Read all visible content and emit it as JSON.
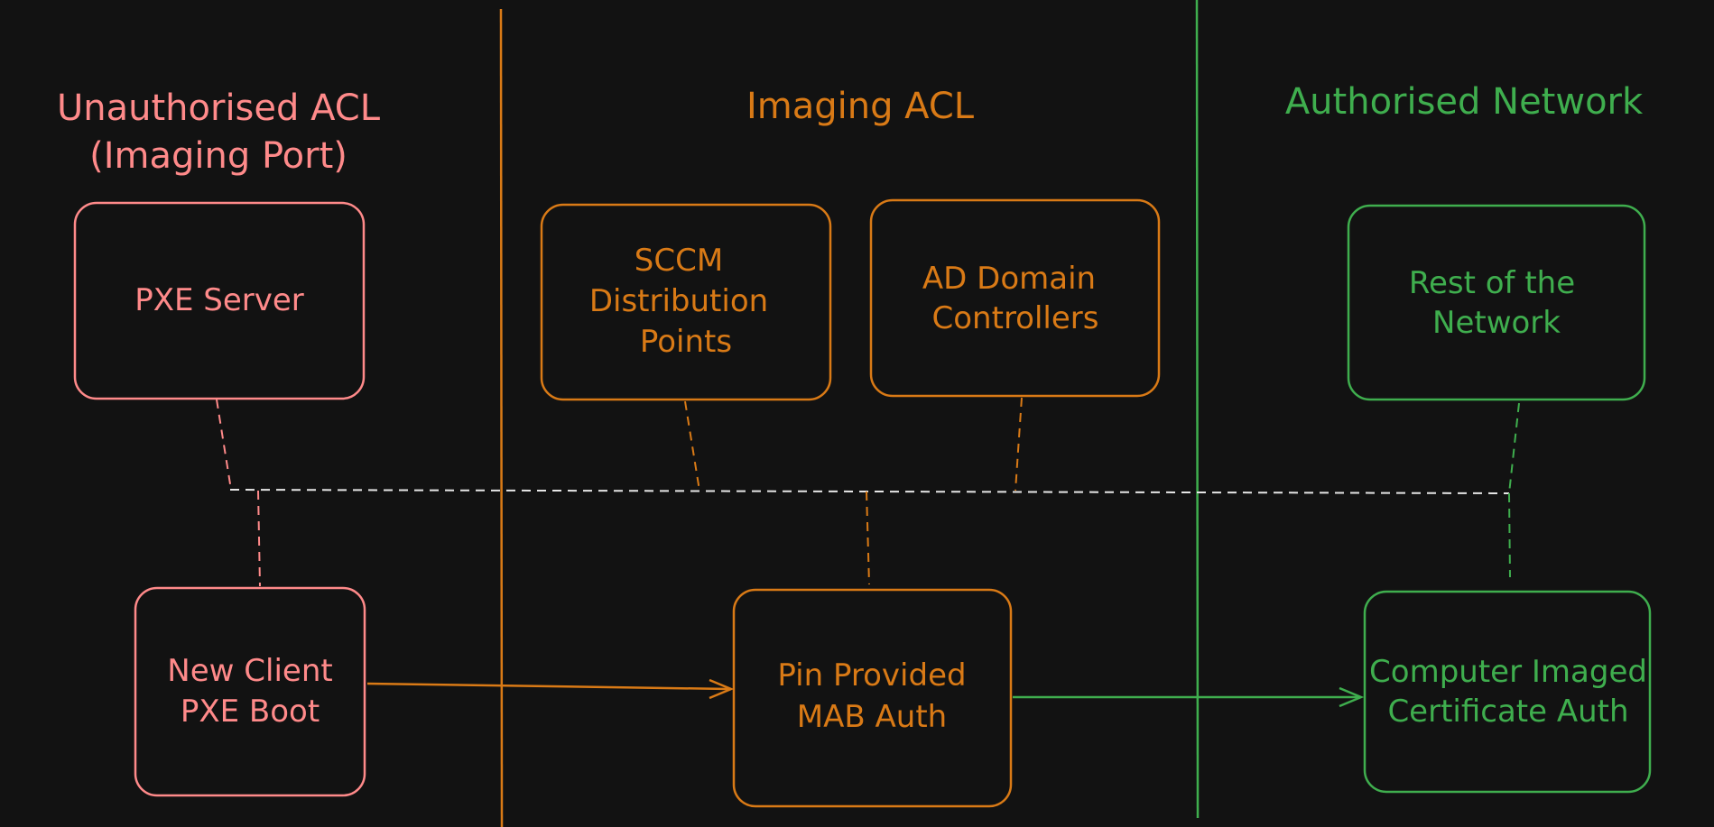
{
  "colors": {
    "background": "#121212",
    "unauthorised": "#ff8a8a",
    "imaging": "#d97a16",
    "authorised": "#3fae4e",
    "connector": "#e6e6e6"
  },
  "zones": {
    "unauthorised": {
      "title_line1": "Unauthorised ACL",
      "title_line2": "(Imaging Port)"
    },
    "imaging": {
      "title": "Imaging ACL"
    },
    "authorised": {
      "title": "Authorised Network"
    }
  },
  "nodes": {
    "pxe_server": {
      "label": "PXE Server"
    },
    "new_client": {
      "line1": "New Client",
      "line2": "PXE Boot"
    },
    "sccm": {
      "line1": "SCCM",
      "line2": "Distribution",
      "line3": "Points"
    },
    "ad_dc": {
      "line1": "AD Domain",
      "line2": "Controllers"
    },
    "pin_mab": {
      "line1": "Pin Provided",
      "line2": "MAB Auth"
    },
    "rest_network": {
      "line1": "Rest of the",
      "line2": "Network"
    },
    "computer_imaged": {
      "line1": "Computer Imaged",
      "line2": "Certificate Auth"
    }
  },
  "flow": [
    {
      "from": "New Client PXE Boot",
      "to": "Pin Provided MAB Auth"
    },
    {
      "from": "Pin Provided MAB Auth",
      "to": "Computer Imaged Certificate Auth"
    }
  ]
}
